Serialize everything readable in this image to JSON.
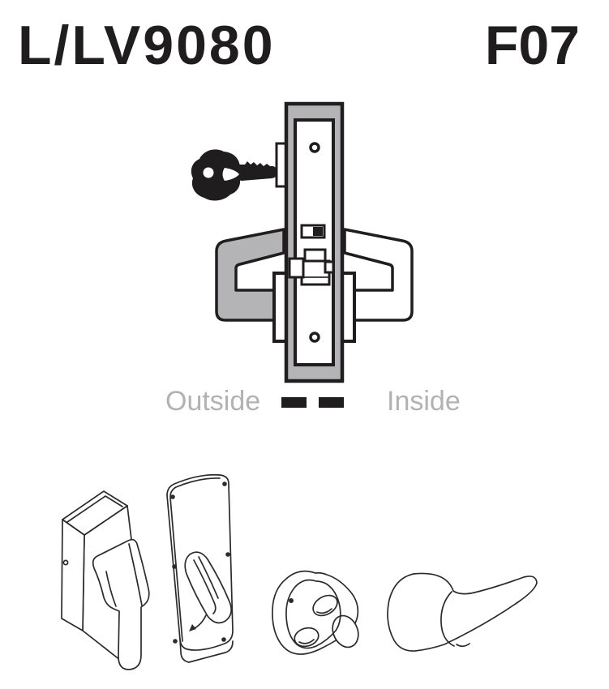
{
  "header": {
    "model": "L/LV9080",
    "function": "F07"
  },
  "diagram": {
    "outside_label": "Outside",
    "inside_label": "Inside"
  },
  "colors": {
    "ink": "#201d1e",
    "metal-gray": "#b4b4b6",
    "label-gray": "#b2b2b2",
    "line": "#2b2b2b"
  },
  "figures": {
    "lock": "mortise-lock-case-with-key-and-levers",
    "components": [
      "outside-lever-with-escutcheon-3d",
      "inside-escutcheon-plate-with-lever",
      "rose-with-spindle-cam",
      "lever-handle"
    ]
  }
}
